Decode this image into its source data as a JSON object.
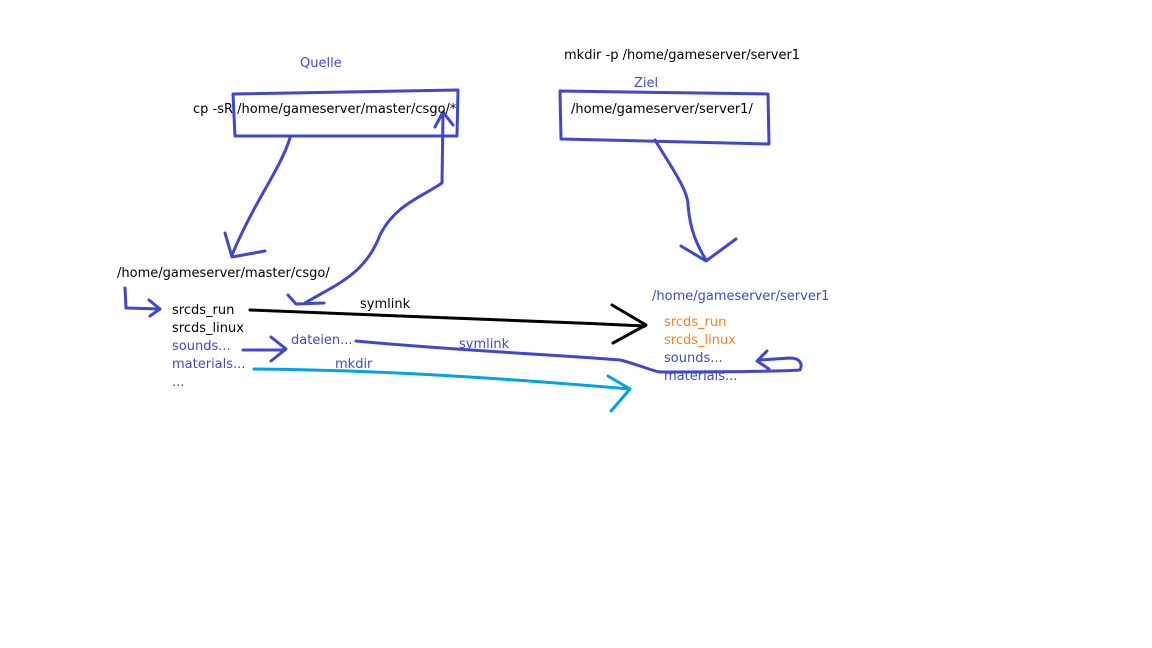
{
  "colors": {
    "pen_blue": "#3f48cc",
    "pen_black": "#000000",
    "pen_cyan": "#00a2e8",
    "text_orange": "#ff7f27"
  },
  "source": {
    "label": "Quelle",
    "command": "cp -sR /home/gameserver/master/csgo/*"
  },
  "target": {
    "mkdir_command": "mkdir -p /home/gameserver/server1",
    "label": "Ziel",
    "path": "/home/gameserver/server1/"
  },
  "master": {
    "path": "/home/gameserver/master/csgo/",
    "files": [
      "srcds_run",
      "srcds_linux",
      "sounds...",
      "materials...",
      "..."
    ],
    "dateien": "dateien..."
  },
  "server": {
    "path": "/home/gameserver/server1",
    "files": [
      "srcds_run",
      "srcds_linux",
      "sounds...",
      "materials..."
    ]
  },
  "arrows": {
    "symlink_top": "symlink",
    "symlink_mid": "symlink",
    "mkdir": "mkdir"
  }
}
